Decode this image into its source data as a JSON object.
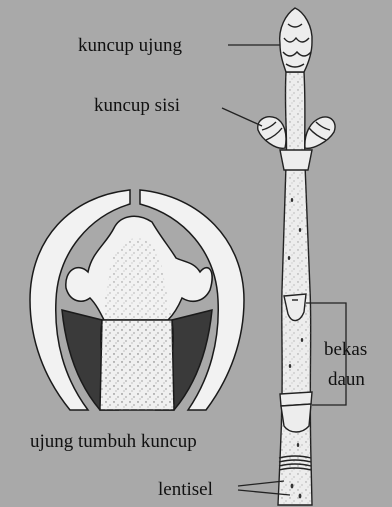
{
  "diagram": {
    "labels": {
      "terminal_bud": "kuncup ujung",
      "lateral_bud": "kuncup sisi",
      "leaf_scar_line1": "bekas",
      "leaf_scar_line2": "daun",
      "bud_section": "ujung tumbuh kuncup",
      "lenticel": "lentisel"
    }
  }
}
